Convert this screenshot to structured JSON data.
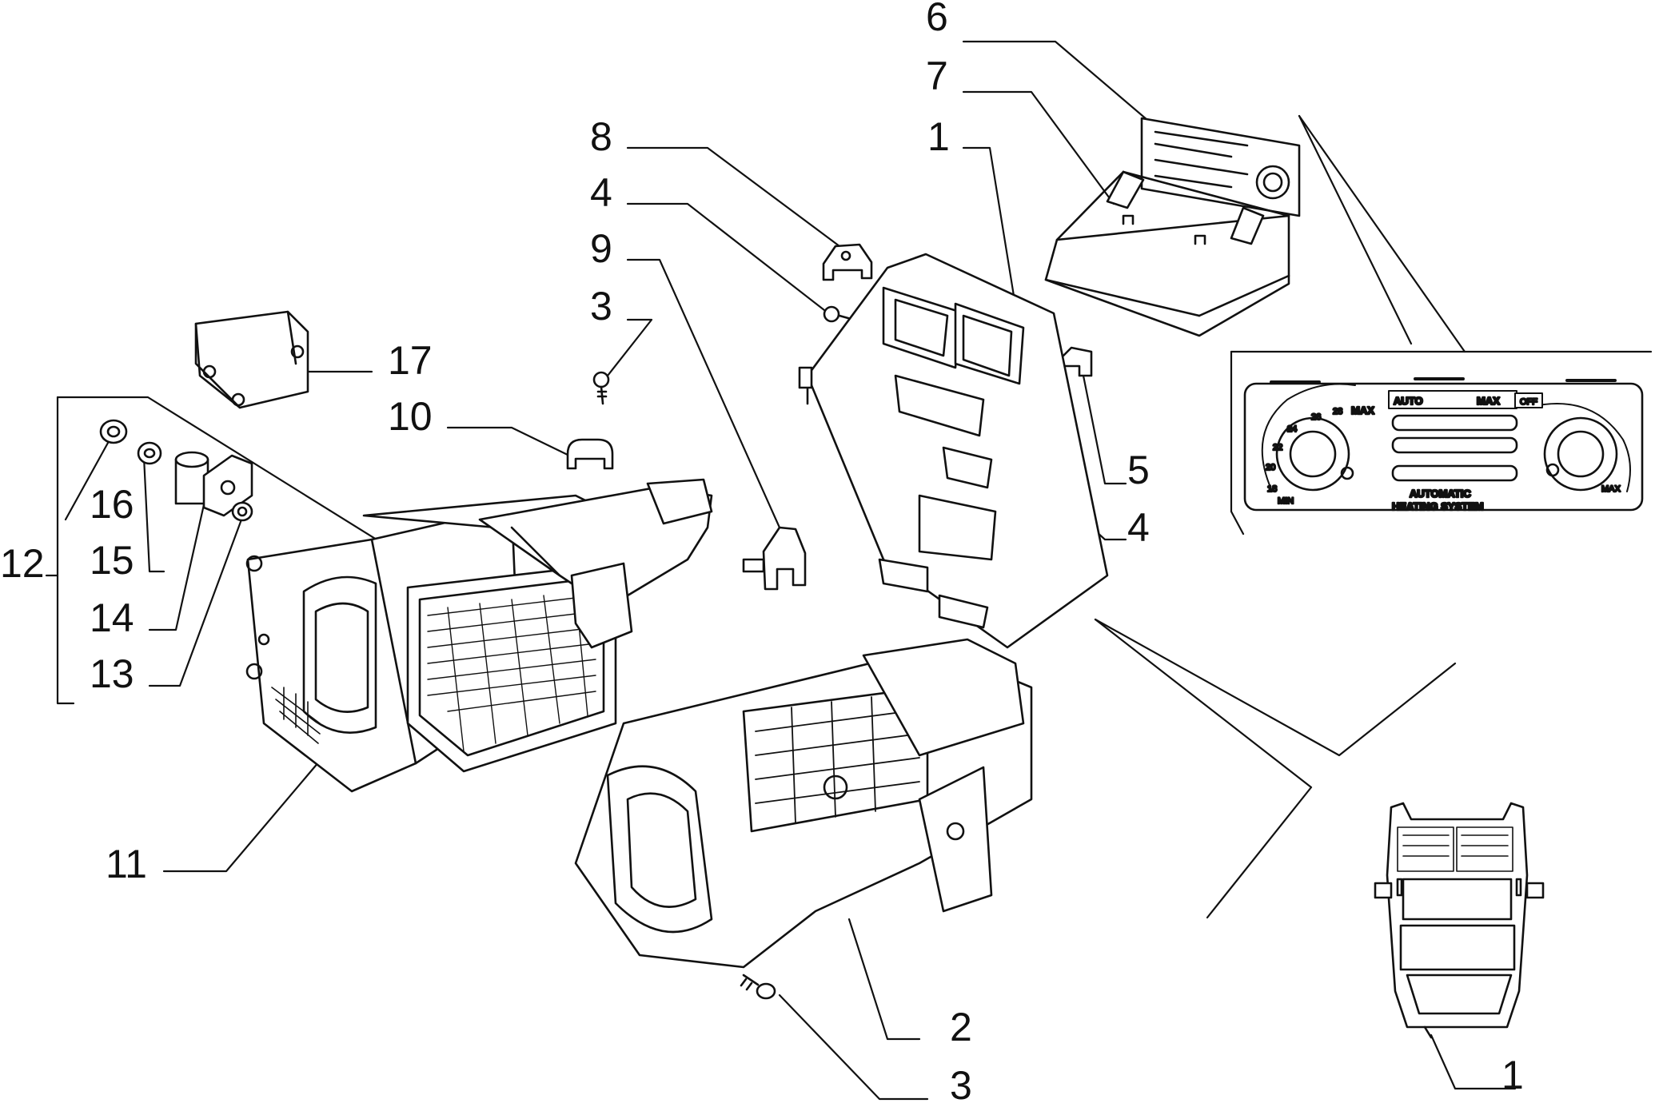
{
  "callouts": {
    "c1a": "1",
    "c1b": "1",
    "c2": "2",
    "c3a": "3",
    "c3b": "3",
    "c4a": "4",
    "c4b": "4",
    "c5": "5",
    "c6": "6",
    "c7": "7",
    "c8": "8",
    "c9": "9",
    "c10": "10",
    "c11": "11",
    "c12": "12",
    "c13": "13",
    "c14": "14",
    "c15": "15",
    "c16": "16",
    "c17": "17"
  },
  "control_panel": {
    "mode_labels": {
      "auto": "AUTO",
      "max": "MAX"
    },
    "temp_scale": {
      "t18": "18",
      "t20": "20",
      "t22": "22",
      "t24": "24",
      "t26": "26",
      "t28": "28",
      "max": "MAX",
      "min": "MIN"
    },
    "fan_scale": {
      "off": "OFF",
      "max": "MAX"
    },
    "caption_line1": "AUTOMATIC",
    "caption_line2": "HEATING SYSTEM"
  },
  "colors": {
    "ink": "#111111",
    "paper": "#ffffff",
    "shade": "#d9d9d9"
  }
}
